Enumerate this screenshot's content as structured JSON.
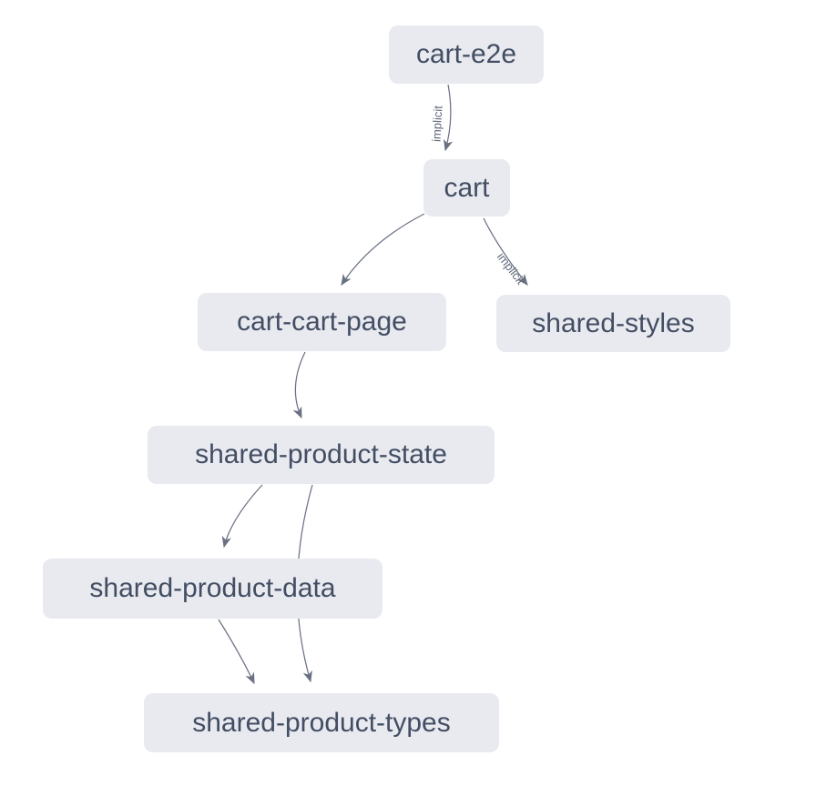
{
  "diagram": {
    "kind": "dependency-graph",
    "colors": {
      "background": "#ffffff",
      "node_fill": "#e8eaf0",
      "node_text": "#434e63",
      "edge": "#6a7282",
      "edge_label": "#5f6879"
    },
    "nodes": [
      {
        "id": "cart-e2e",
        "label": "cart-e2e"
      },
      {
        "id": "cart",
        "label": "cart"
      },
      {
        "id": "cart-cart-page",
        "label": "cart-cart-page"
      },
      {
        "id": "shared-styles",
        "label": "shared-styles"
      },
      {
        "id": "shared-product-state",
        "label": "shared-product-state"
      },
      {
        "id": "shared-product-data",
        "label": "shared-product-data"
      },
      {
        "id": "shared-product-types",
        "label": "shared-product-types"
      }
    ],
    "edges": [
      {
        "from": "cart-e2e",
        "to": "cart",
        "label": "implicit"
      },
      {
        "from": "cart",
        "to": "cart-cart-page",
        "label": ""
      },
      {
        "from": "cart",
        "to": "shared-styles",
        "label": "implicit"
      },
      {
        "from": "cart-cart-page",
        "to": "shared-product-state",
        "label": ""
      },
      {
        "from": "shared-product-state",
        "to": "shared-product-data",
        "label": ""
      },
      {
        "from": "shared-product-state",
        "to": "shared-product-types",
        "label": ""
      },
      {
        "from": "shared-product-data",
        "to": "shared-product-types",
        "label": ""
      }
    ]
  }
}
